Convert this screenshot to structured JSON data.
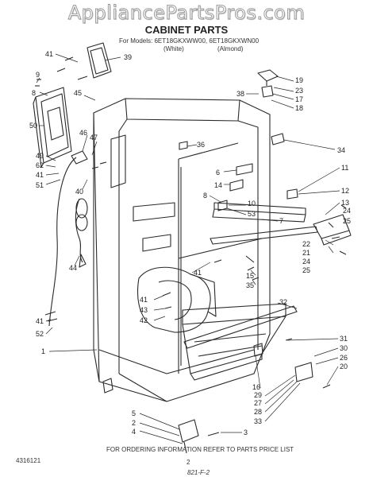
{
  "watermark": "AppliancePartsPros.com",
  "title": "CABINET PARTS",
  "models_line": "For Models: 6ET18GKXWW00, 6ET18GKXWN00",
  "variants": [
    "(White)",
    "(Almond)"
  ],
  "footer": {
    "code_left": "4316121",
    "ordering_note": "FOR ORDERING INFORMATION REFER TO PARTS PRICE LIST",
    "page_number": "2",
    "handwritten": "821-F-2"
  },
  "callouts": [
    "41",
    "39",
    "9",
    "8",
    "45",
    "50",
    "46",
    "47",
    "49",
    "62",
    "41",
    "51",
    "40",
    "44",
    "41",
    "52",
    "1",
    "36",
    "6",
    "14",
    "8",
    "10",
    "53",
    "19",
    "23",
    "17",
    "18",
    "38",
    "34",
    "11",
    "12",
    "13",
    "7",
    "24",
    "25",
    "22",
    "21",
    "24",
    "25",
    "41",
    "15",
    "35",
    "41",
    "43",
    "42",
    "32",
    "31",
    "30",
    "26",
    "20",
    "16",
    "29",
    "27",
    "28",
    "33",
    "5",
    "2",
    "3",
    "4"
  ]
}
